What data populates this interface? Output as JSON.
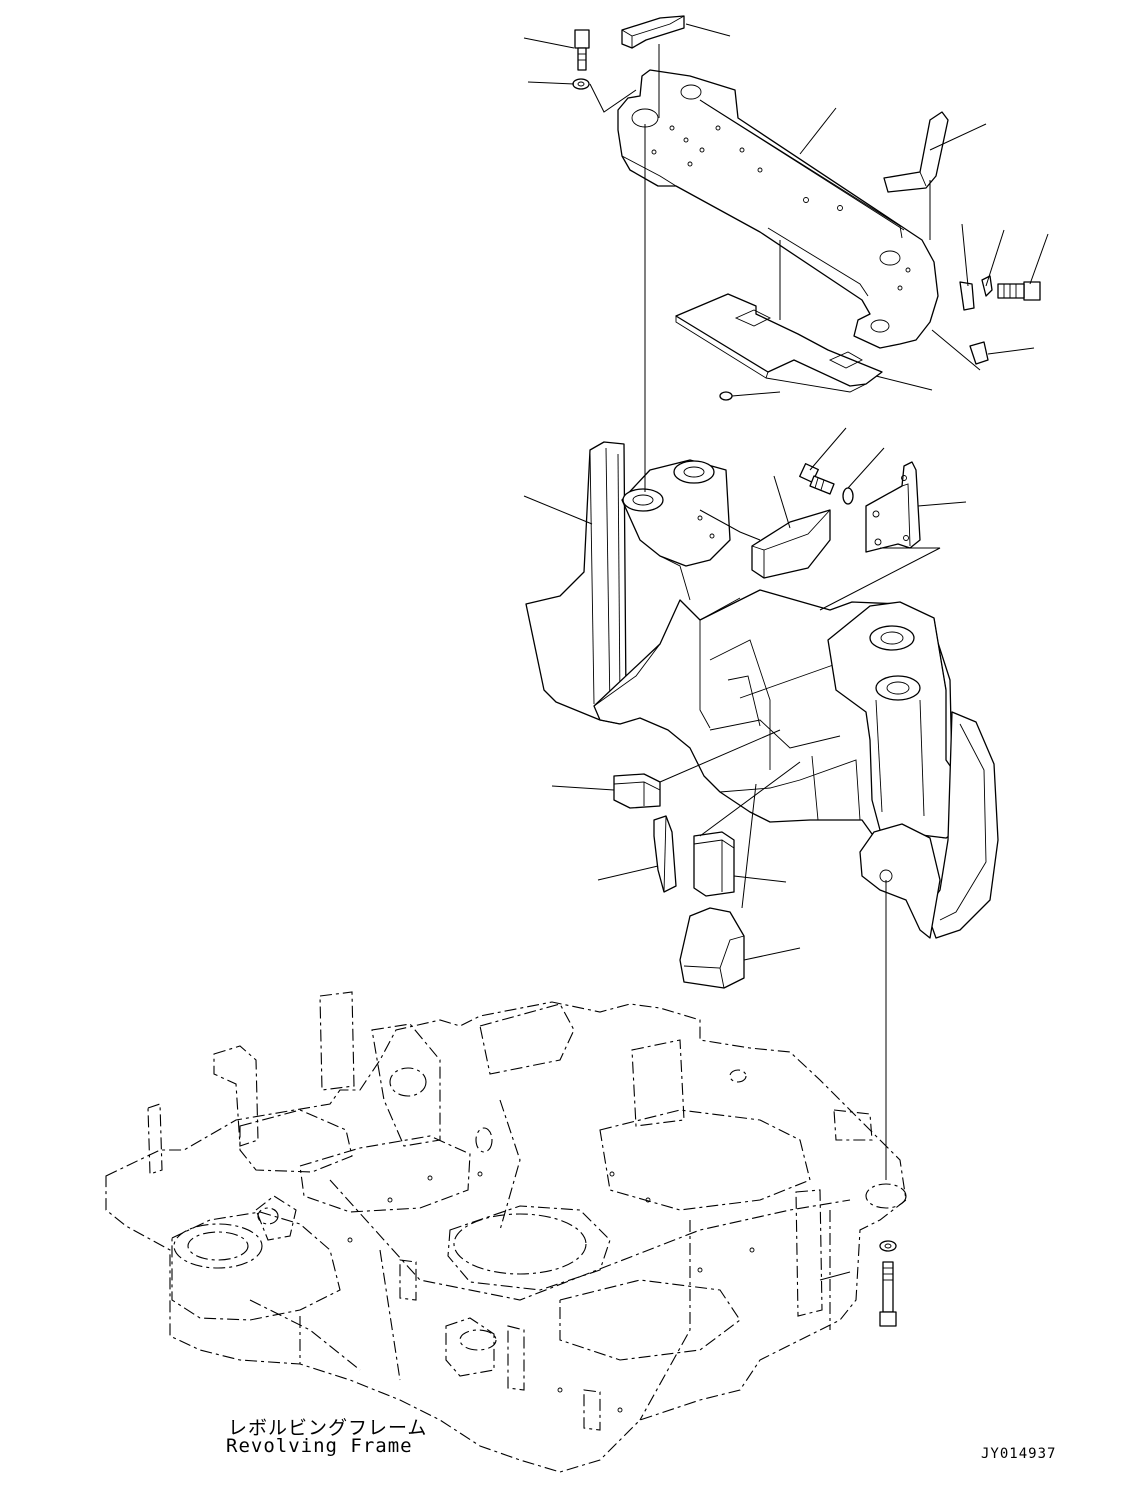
{
  "diagram": {
    "drawing_id": "JY014937",
    "frame_caption_jp": "レボルビングフレーム",
    "frame_caption_en": "Revolving Frame"
  }
}
